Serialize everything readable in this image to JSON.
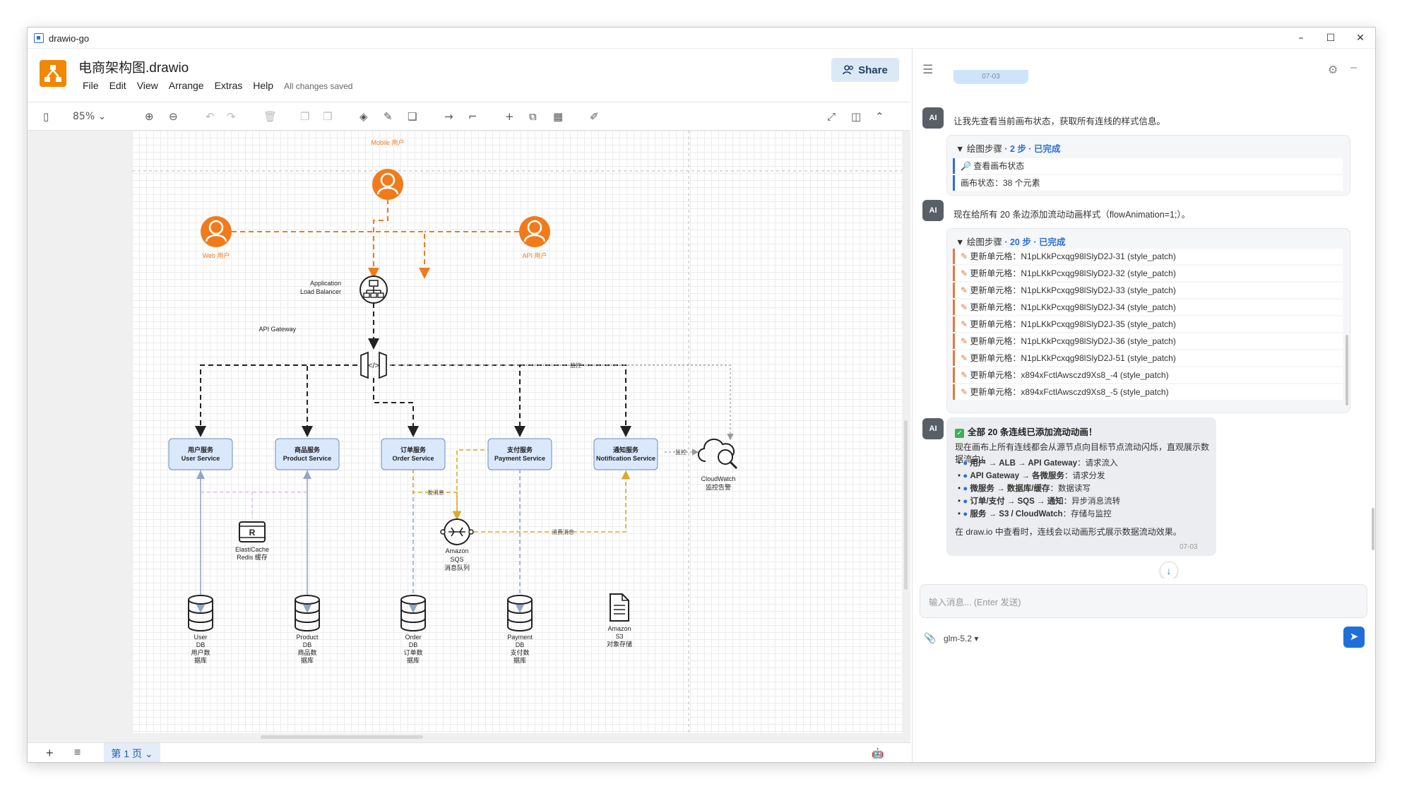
{
  "window": {
    "title": "drawio-go"
  },
  "drawio": {
    "doc_title": "电商架构图.drawio",
    "menu": [
      "File",
      "Edit",
      "View",
      "Arrange",
      "Extras",
      "Help"
    ],
    "saved_status": "All changes saved",
    "share_label": "Share",
    "zoom": "85%",
    "page_tab": "第 1 页",
    "accent": "#f08705"
  },
  "diagram": {
    "mobile_user": "Mobile 用户",
    "web_user": "Web 用户",
    "api_user": "API 用户",
    "alb_line1": "Application",
    "alb_line2": "Load Balancer",
    "api_gateway": "API Gateway",
    "monitor": "监控",
    "services": [
      {
        "cn": "用户服务",
        "en": "User Service"
      },
      {
        "cn": "商品服务",
        "en": "Product Service"
      },
      {
        "cn": "订单服务",
        "en": "Order Service"
      },
      {
        "cn": "支付服务",
        "en": "Payment Service"
      },
      {
        "cn": "通知服务",
        "en": "Notification Service"
      }
    ],
    "cloudwatch_line1": "CloudWatch",
    "cloudwatch_line2": "监控告警",
    "send_msg": "发消息",
    "consume_msg": "消费消息",
    "cache_line1": "ElastiCache",
    "cache_line2": "Redis 缓存",
    "sqs_line1": "Amazon",
    "sqs_line2": "SQS",
    "sqs_line3": "消息队列",
    "dbs": [
      {
        "l1": "User",
        "l2": "DB",
        "l3": "用户数",
        "l4": "据库"
      },
      {
        "l1": "Product",
        "l2": "DB",
        "l3": "商品数",
        "l4": "据库"
      },
      {
        "l1": "Order",
        "l2": "DB",
        "l3": "订单数",
        "l4": "据库"
      },
      {
        "l1": "Payment",
        "l2": "DB",
        "l3": "支付数",
        "l4": "据库"
      }
    ],
    "s3_line1": "Amazon",
    "s3_line2": "S3",
    "s3_line3": "对象存储"
  },
  "chat": {
    "prev_date": "07-03",
    "msg1": "让我先查看当前画布状态，获取所有连线的样式信息。",
    "steps1": {
      "prefix": "▼ 绘图步骤",
      "count": " · 2 步 · 已完成",
      "rows": [
        "查看画布状态",
        "画布状态：38 个元素"
      ]
    },
    "msg2": "现在给所有 20 条边添加流动动画样式（flowAnimation=1;）。",
    "steps2": {
      "prefix": "▼ 绘图步骤",
      "count": " · 20 步 · 已完成",
      "rows": [
        "更新单元格：N1pLKkPcxqg98lSlyD2J-31 (style_patch)",
        "更新单元格：N1pLKkPcxqg98lSlyD2J-32 (style_patch)",
        "更新单元格：N1pLKkPcxqg98lSlyD2J-33 (style_patch)",
        "更新单元格：N1pLKkPcxqg98lSlyD2J-34 (style_patch)",
        "更新单元格：N1pLKkPcxqg98lSlyD2J-35 (style_patch)",
        "更新单元格：N1pLKkPcxqg98lSlyD2J-36 (style_patch)",
        "更新单元格：N1pLKkPcxqg98lSlyD2J-51 (style_patch)",
        "更新单元格：x894xFctlAwsczd9Xs8_-4 (style_patch)",
        "更新单元格：x894xFctlAwsczd9Xs8_-5 (style_patch)"
      ]
    },
    "final": {
      "title": "全部 20 条连线已添加流动动画！",
      "intro": "现在画布上所有连线都会从源节点向目标节点流动闪烁，直观展示数据流向：",
      "items": [
        {
          "bold": "用户 → ALB → API Gateway",
          "rest": "：请求流入"
        },
        {
          "bold": "API Gateway → 各微服务",
          "rest": "：请求分发"
        },
        {
          "bold": "微服务 → 数据库/缓存",
          "rest": "：数据读写"
        },
        {
          "bold": "订单/支付 → SQS → 通知",
          "rest": "：异步消息流转"
        },
        {
          "bold": "服务 → S3 / CloudWatch",
          "rest": "：存储与监控"
        }
      ],
      "outro": "在 draw.io 中查看时，连线会以动画形式展示数据流动效果。",
      "date": "07-03"
    },
    "input_placeholder": "输入消息... (Enter 发送)",
    "model": "glm-5.2"
  }
}
